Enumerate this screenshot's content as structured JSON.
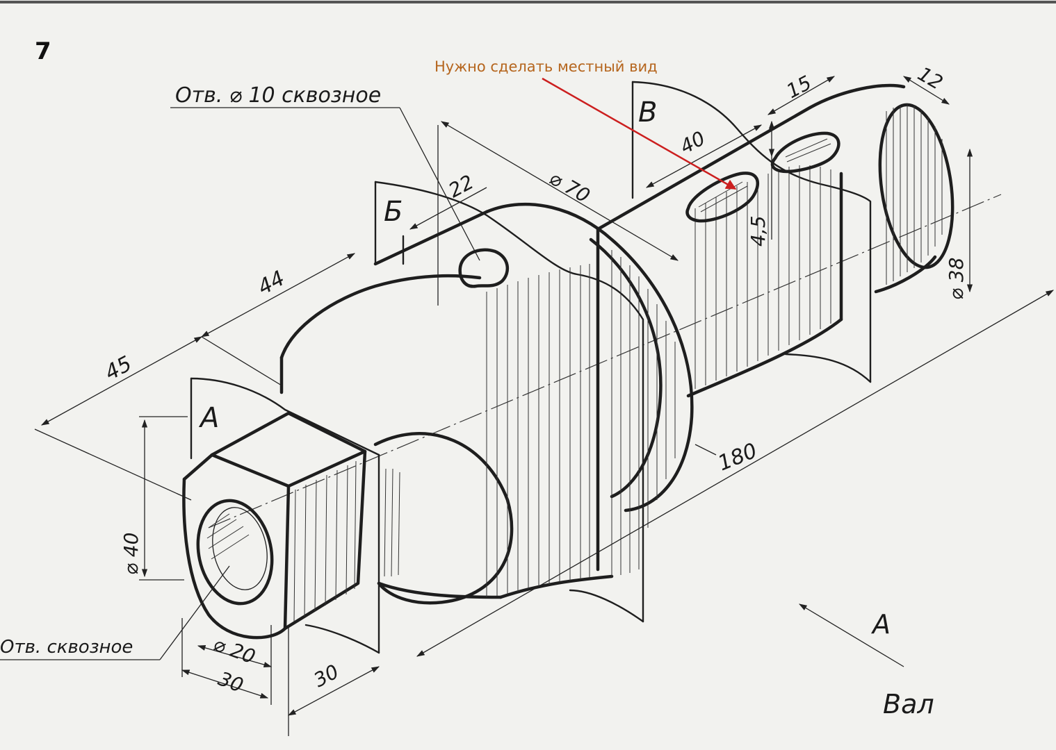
{
  "task_number": "7",
  "note_text": "Нужно сделать местный вид",
  "note_color": "#b5651d",
  "arrow_color": "#cc1f1f",
  "labels": {
    "hole_top": "Отв. ⌀ 10 сквозное",
    "hole_front": "Отв. сквозное",
    "part_name": "Вал",
    "view_arrow": "А"
  },
  "planes": {
    "a": "А",
    "b": "Б",
    "v": "В"
  },
  "dimensions": {
    "d44": "44",
    "d45": "45",
    "d22": "22",
    "d70": "⌀ 70",
    "d40len": "40",
    "d15": "15",
    "d12": "12",
    "d45depth": "4,5",
    "d38": "⌀ 38",
    "d180": "180",
    "d40dia": "⌀ 40",
    "d20": "⌀ 20",
    "d30a": "30",
    "d30b": "30"
  }
}
